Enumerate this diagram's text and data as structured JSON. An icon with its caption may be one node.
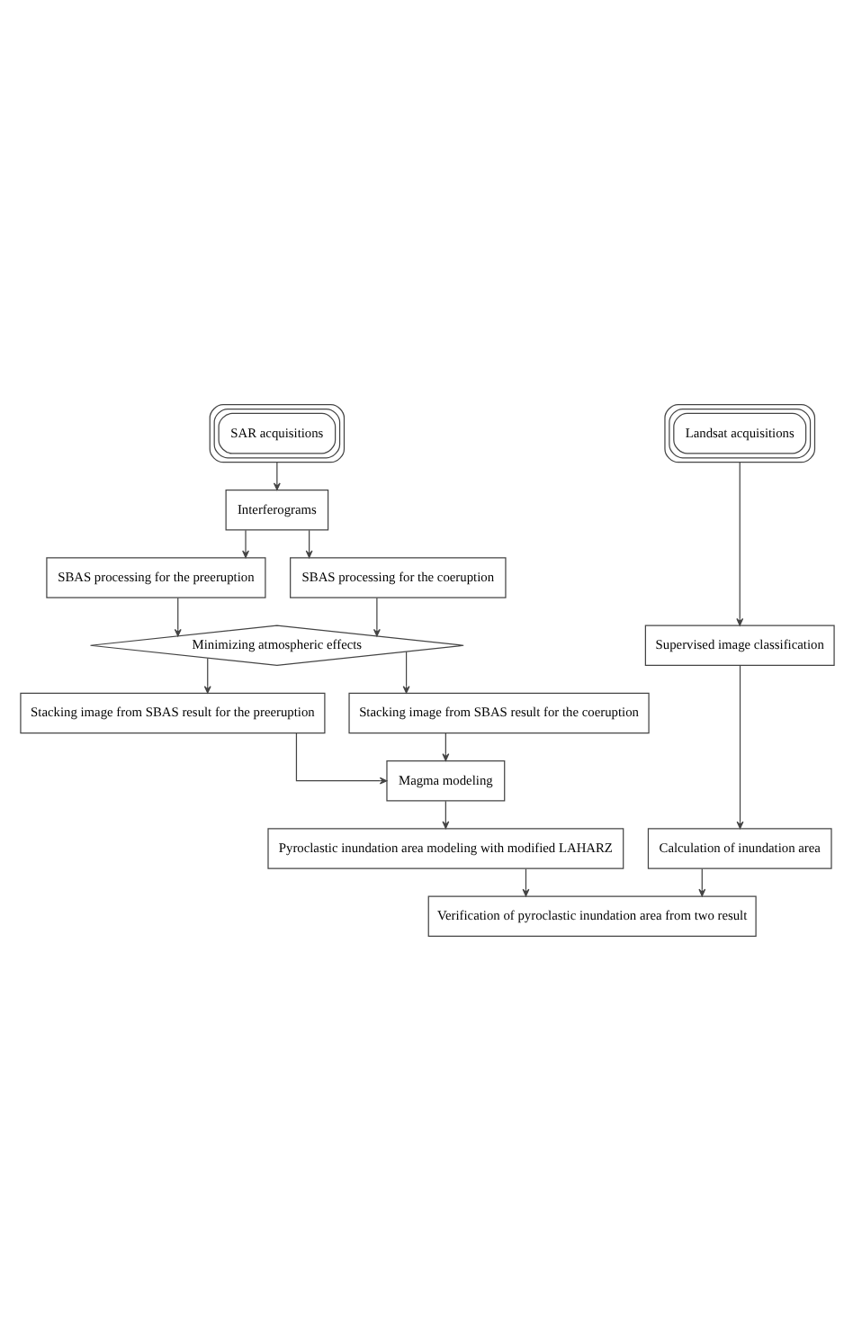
{
  "diagram": {
    "nodes": [
      {
        "text": [
          "SAR acquisitions"
        ]
      },
      {
        "text": [
          "Landsat acquisitions"
        ]
      },
      {
        "text": [
          "Interferograms"
        ]
      },
      {
        "text": [
          "SBAS processing for the preeruption"
        ]
      },
      {
        "text": [
          "SBAS processing for the coeruption"
        ]
      },
      {
        "text": [
          "Minimizing atmospheric effects"
        ]
      },
      {
        "text": [
          "Supervised image classification"
        ]
      },
      {
        "text": [
          "Stacking image from SBAS result for the preeruption"
        ]
      },
      {
        "text": [
          "Stacking image from SBAS result for the coeruption"
        ]
      },
      {
        "text": [
          "Magma modeling"
        ]
      },
      {
        "text": [
          "Pyroclastic inundation area modeling with modified LAHARZ"
        ]
      },
      {
        "text": [
          "Calculation of inundation area"
        ]
      },
      {
        "text": [
          "Verification of pyroclastic inundation area from two result"
        ]
      }
    ],
    "edges": [
      {
        "from": 0,
        "to": 2,
        "arrow": "to"
      },
      {
        "from": 2,
        "to": 3,
        "arrow": "to"
      },
      {
        "from": 2,
        "to": 4,
        "arrow": "to"
      },
      {
        "from": 3,
        "to": 5,
        "arrow": "to"
      },
      {
        "from": 4,
        "to": 5,
        "arrow": "to"
      },
      {
        "from": 1,
        "to": 6,
        "arrow": "to"
      },
      {
        "from": 5,
        "to": 7,
        "arrow": "to"
      },
      {
        "from": 5,
        "to": 8,
        "arrow": "to"
      },
      {
        "from": 7,
        "to": 9,
        "arrow": "to"
      },
      {
        "from": 8,
        "to": 9,
        "arrow": "to"
      },
      {
        "from": 6,
        "to": 11,
        "arrow": "to"
      },
      {
        "from": 9,
        "to": 10,
        "arrow": "to"
      },
      {
        "from": 10,
        "to": 12,
        "arrow": "to"
      },
      {
        "from": 11,
        "to": 12,
        "arrow": "to"
      }
    ]
  }
}
